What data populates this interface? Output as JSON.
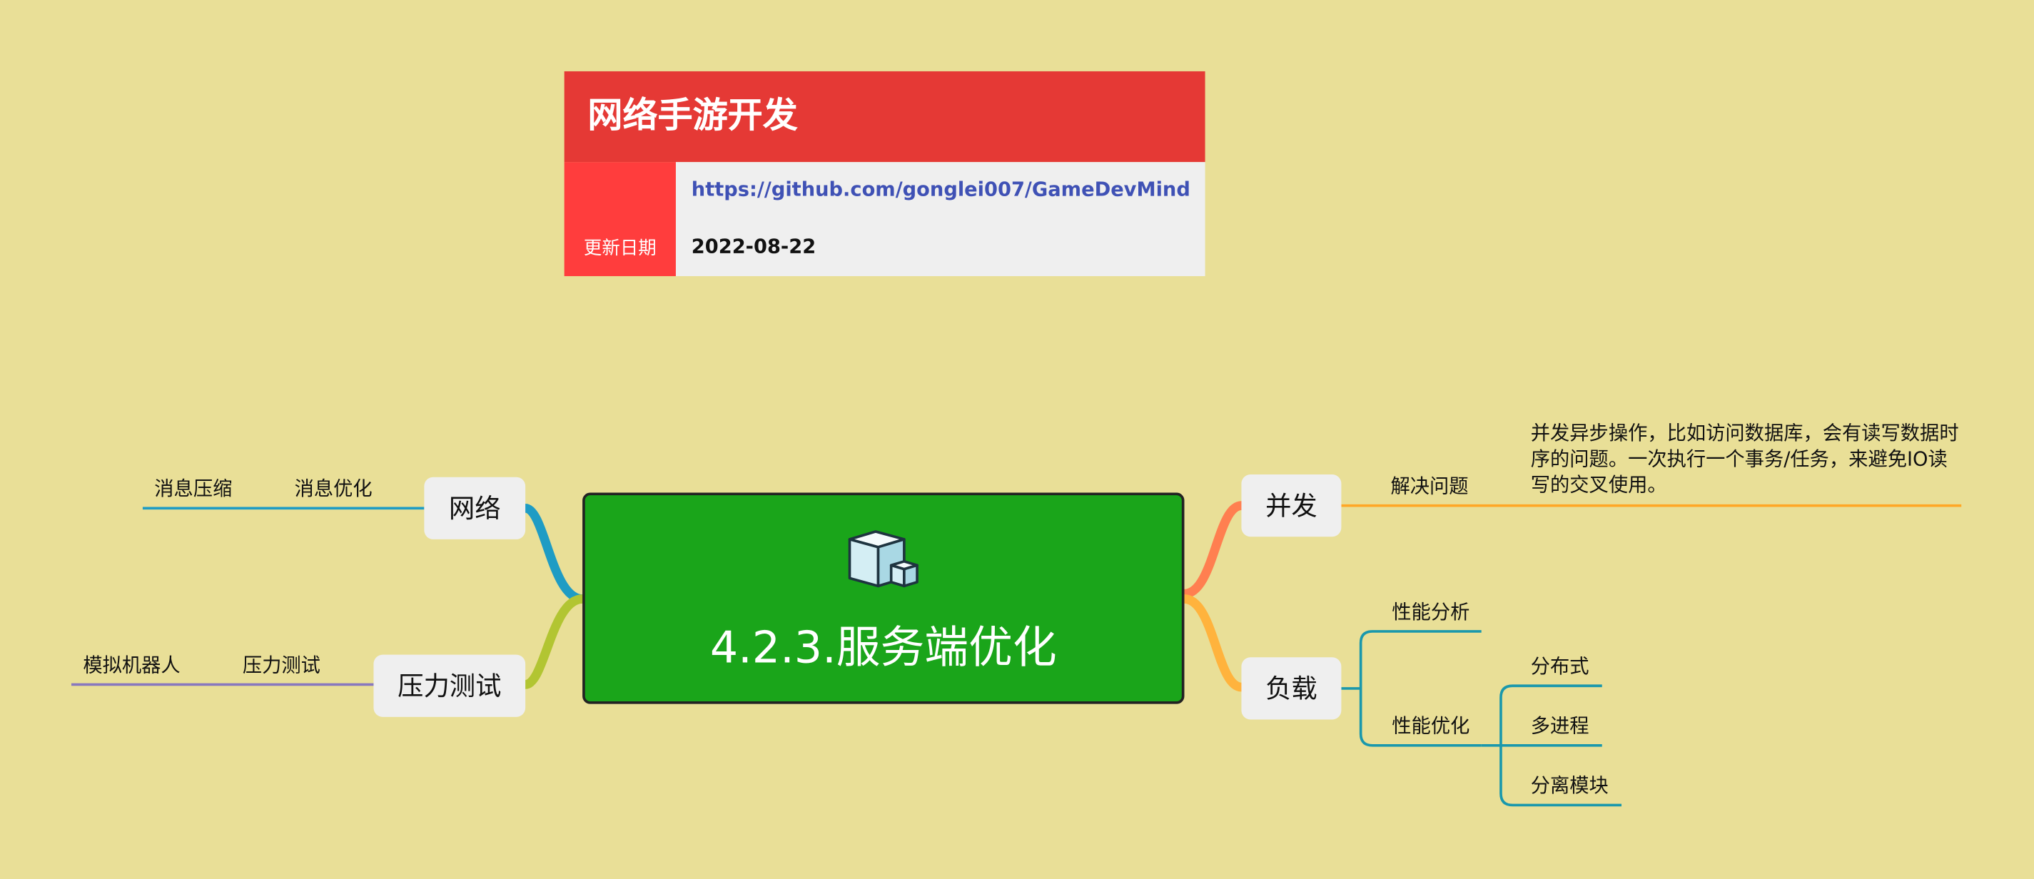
{
  "info_card": {
    "title": "网络手游开发",
    "side_label": "更新日期",
    "link": "https://github.com/gonglei007/GameDevMind",
    "date": "2022-08-22"
  },
  "central_topic": {
    "title": "4.2.3.服务端优化",
    "icon": "server-cube-icon"
  },
  "branches": {
    "network": {
      "label": "网络",
      "color": "#1e9cc4",
      "child": "消息优化",
      "grandchild": "消息压缩"
    },
    "stress_test": {
      "label": "压力测试",
      "color": "#b2c532",
      "line_color": "#8878be",
      "child": "压力测试",
      "grandchild": "模拟机器人"
    },
    "concurrency": {
      "label": "并发",
      "color": "#ff7f50",
      "line_color": "#ffa726",
      "child": "解决问题",
      "note": "并发异步操作，比如访问数据库，会有读写数据时序的问题。一次执行一个事务/任务，来避免IO读写的交叉使用。"
    },
    "load": {
      "label": "负载",
      "color": "#ffb33d",
      "line_color": "#1a98ac",
      "children": [
        "性能分析",
        "性能优化"
      ],
      "optimization_children": [
        "分布式",
        "多进程",
        "分离模块"
      ]
    }
  }
}
